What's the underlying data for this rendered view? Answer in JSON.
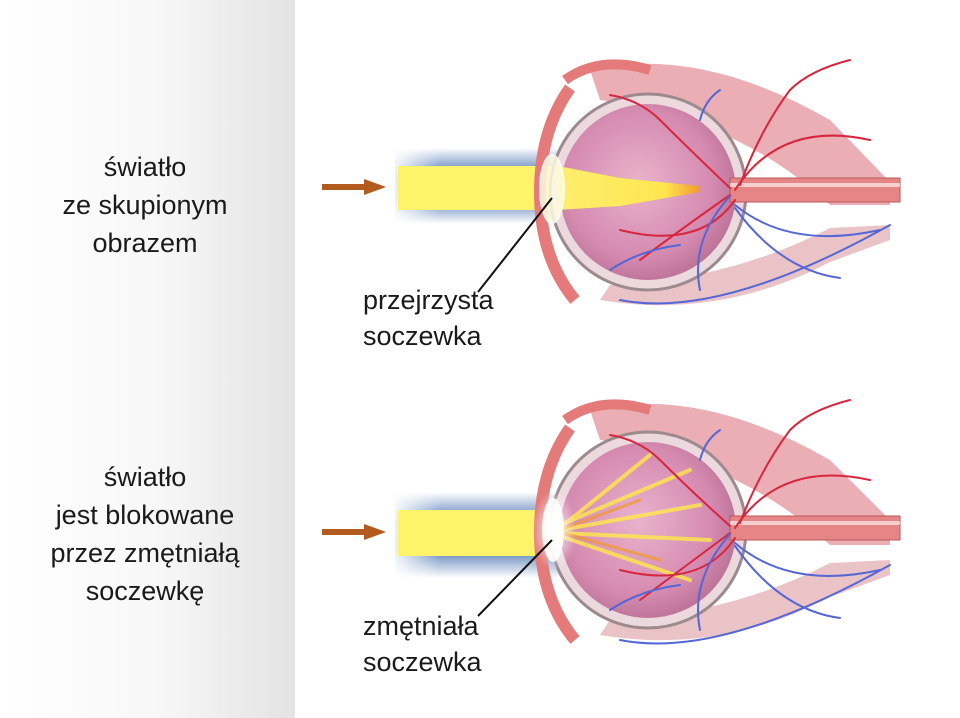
{
  "top_panel": {
    "caption_lines": [
      "światło",
      "ze skupionym",
      "obrazem"
    ],
    "lens_label_lines": [
      "przejrzysta",
      "soczewka"
    ]
  },
  "bottom_panel": {
    "caption_lines": [
      "światło",
      "jest blokowane",
      "przez zmętniałą",
      "soczewkę"
    ],
    "lens_label_lines": [
      "zmętniała",
      "soczewka"
    ]
  },
  "colors": {
    "arrow": "#b35a1f",
    "light_beam": "#fff36a",
    "beam_halo": "#2f5fa8",
    "sclera": "#e48080",
    "eye_interior": "#d58ab0",
    "vein": "#5566d6",
    "artery": "#d7263d"
  }
}
